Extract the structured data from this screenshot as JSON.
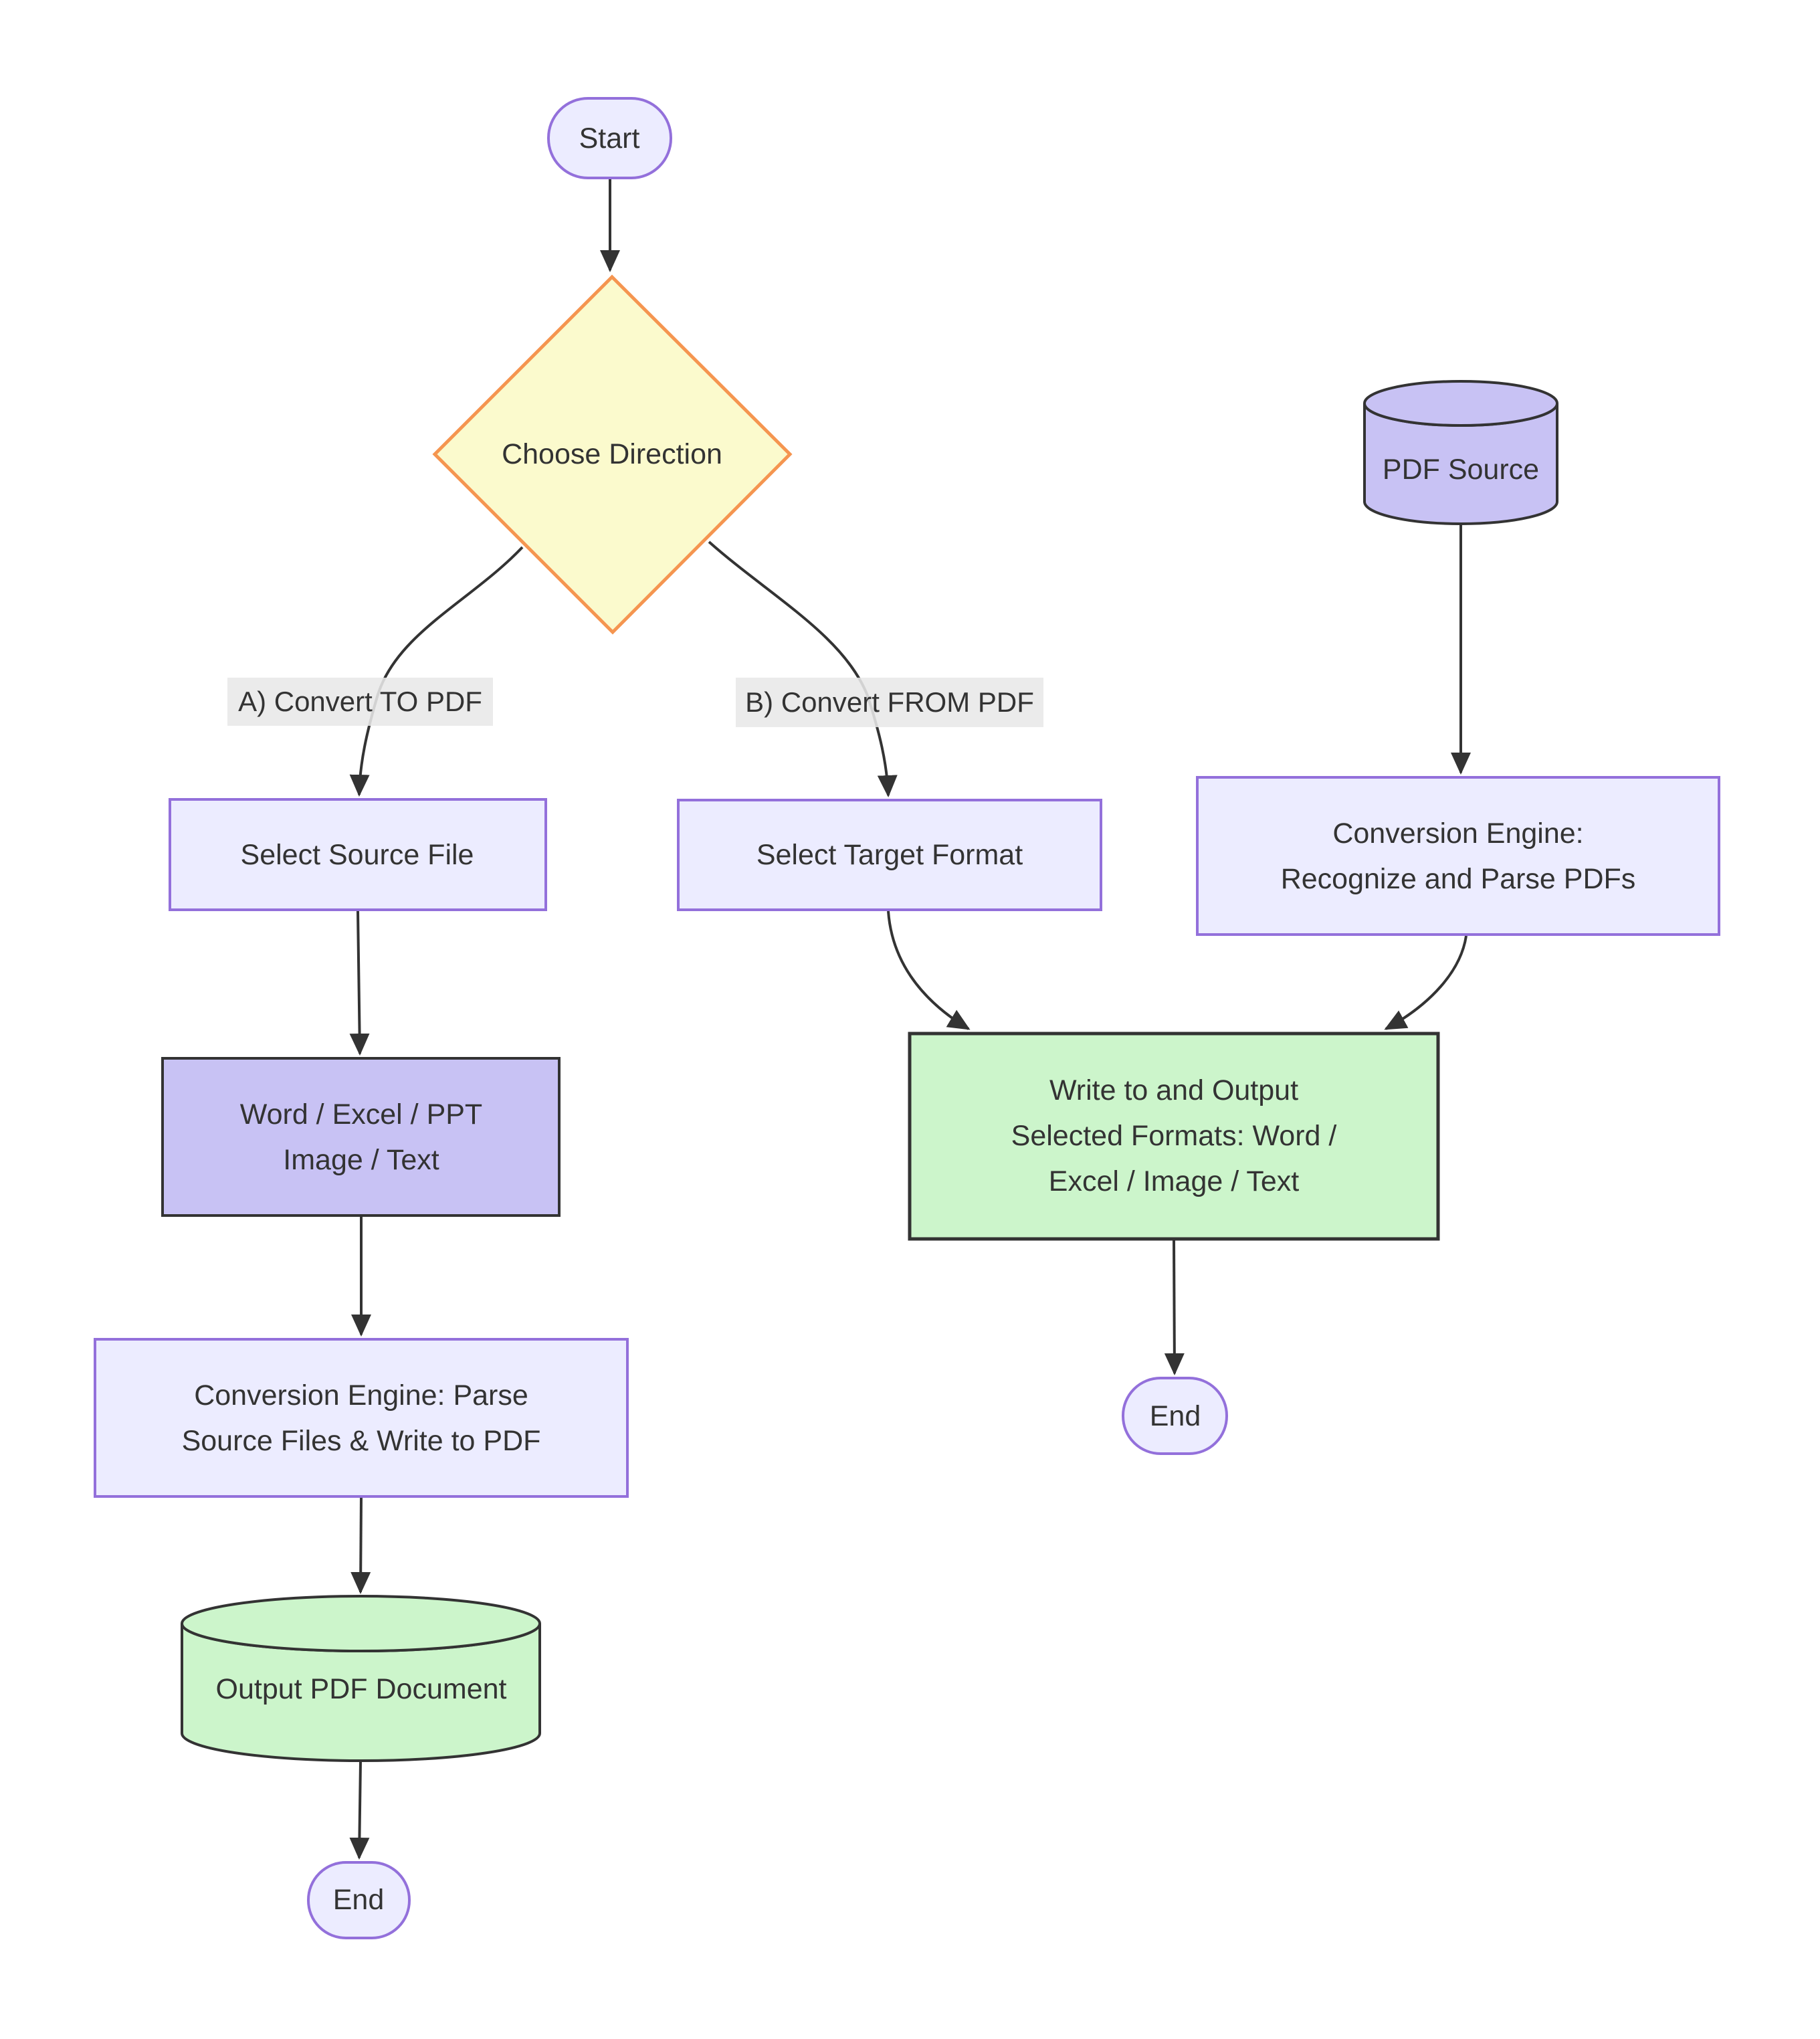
{
  "diagram_type": "flowchart",
  "nodes": {
    "start": {
      "label": "Start",
      "shape": "stadium"
    },
    "choose_direction": {
      "label": "Choose Direction",
      "shape": "diamond"
    },
    "pdf_source": {
      "label": "PDF Source",
      "shape": "cylinder"
    },
    "select_source_file": {
      "label": "Select Source File",
      "shape": "rect"
    },
    "select_target_format": {
      "label": "Select Target Format",
      "shape": "rect"
    },
    "conversion_engine_recognize": {
      "line1": "Conversion Engine:",
      "line2": "Recognize and Parse PDFs",
      "shape": "rect"
    },
    "word_excel_ppt": {
      "line1": "Word / Excel / PPT",
      "line2": "Image / Text",
      "shape": "rect"
    },
    "conversion_engine_parse": {
      "line1": "Conversion Engine: Parse",
      "line2": "Source Files & Write to PDF",
      "shape": "rect"
    },
    "output_pdf_document": {
      "label": "Output PDF Document",
      "shape": "cylinder"
    },
    "write_output": {
      "line1": "Write to and Output",
      "line2": "Selected Formats: Word /",
      "line3": "Excel / Image / Text",
      "shape": "rect"
    },
    "end_a": {
      "label": "End",
      "shape": "stadium"
    },
    "end_b": {
      "label": "End",
      "shape": "stadium"
    }
  },
  "edge_labels": {
    "branch_a": "A) Convert TO PDF",
    "branch_b": "B) Convert FROM PDF"
  },
  "colors": {
    "node_fill_lavender": "#ECECFF",
    "node_border_purple": "#9370DB",
    "node_fill_purple": "#C8C2F4",
    "node_fill_green": "#CCF5CB",
    "decision_fill_yellow": "#FBFACD",
    "decision_border_orange": "#F59550",
    "dark_border": "#333333",
    "edge_color": "#333333",
    "edge_label_bg": "#E8E8E8",
    "text_color": "#333333"
  }
}
